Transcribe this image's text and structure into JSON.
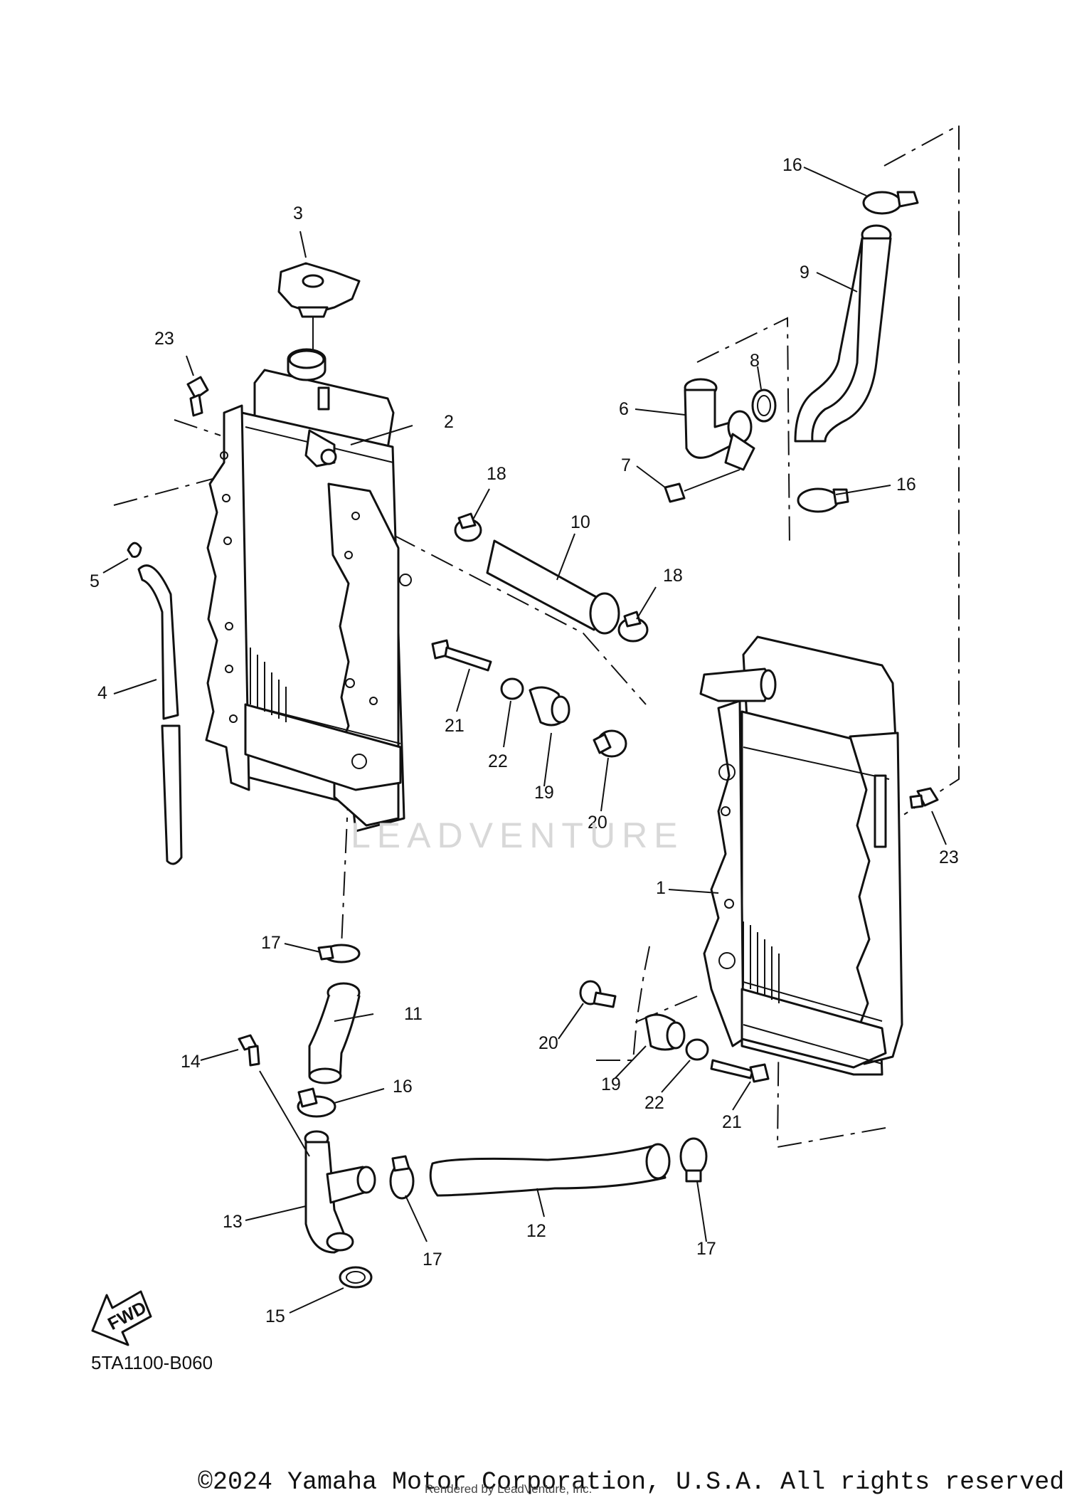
{
  "diagram": {
    "code": "5TA1100-B060",
    "fwd_label": "FWD",
    "watermark": "LEADVENTURE",
    "copyright": "©2024 Yamaha Motor Corporation, U.S.A. All rights reserved.",
    "rendered_by": "Rendered by LeadVenture, Inc."
  },
  "callouts": [
    {
      "id": "c1",
      "text": "1"
    },
    {
      "id": "c2",
      "text": "2"
    },
    {
      "id": "c3",
      "text": "3"
    },
    {
      "id": "c4",
      "text": "4"
    },
    {
      "id": "c5",
      "text": "5"
    },
    {
      "id": "c6",
      "text": "6"
    },
    {
      "id": "c7",
      "text": "7"
    },
    {
      "id": "c8",
      "text": "8"
    },
    {
      "id": "c9",
      "text": "9"
    },
    {
      "id": "c10",
      "text": "10"
    },
    {
      "id": "c11",
      "text": "11"
    },
    {
      "id": "c12",
      "text": "12"
    },
    {
      "id": "c13",
      "text": "13"
    },
    {
      "id": "c14",
      "text": "14"
    },
    {
      "id": "c15",
      "text": "15"
    },
    {
      "id": "c16a",
      "text": "16"
    },
    {
      "id": "c16b",
      "text": "16"
    },
    {
      "id": "c16c",
      "text": "16"
    },
    {
      "id": "c17a",
      "text": "17"
    },
    {
      "id": "c17b",
      "text": "17"
    },
    {
      "id": "c17c",
      "text": "17"
    },
    {
      "id": "c18a",
      "text": "18"
    },
    {
      "id": "c18b",
      "text": "18"
    },
    {
      "id": "c19a",
      "text": "19"
    },
    {
      "id": "c19b",
      "text": "19"
    },
    {
      "id": "c20a",
      "text": "20"
    },
    {
      "id": "c20b",
      "text": "20"
    },
    {
      "id": "c21a",
      "text": "21"
    },
    {
      "id": "c21b",
      "text": "21"
    },
    {
      "id": "c22a",
      "text": "22"
    },
    {
      "id": "c22b",
      "text": "22"
    },
    {
      "id": "c23a",
      "text": "23"
    },
    {
      "id": "c23b",
      "text": "23"
    }
  ]
}
